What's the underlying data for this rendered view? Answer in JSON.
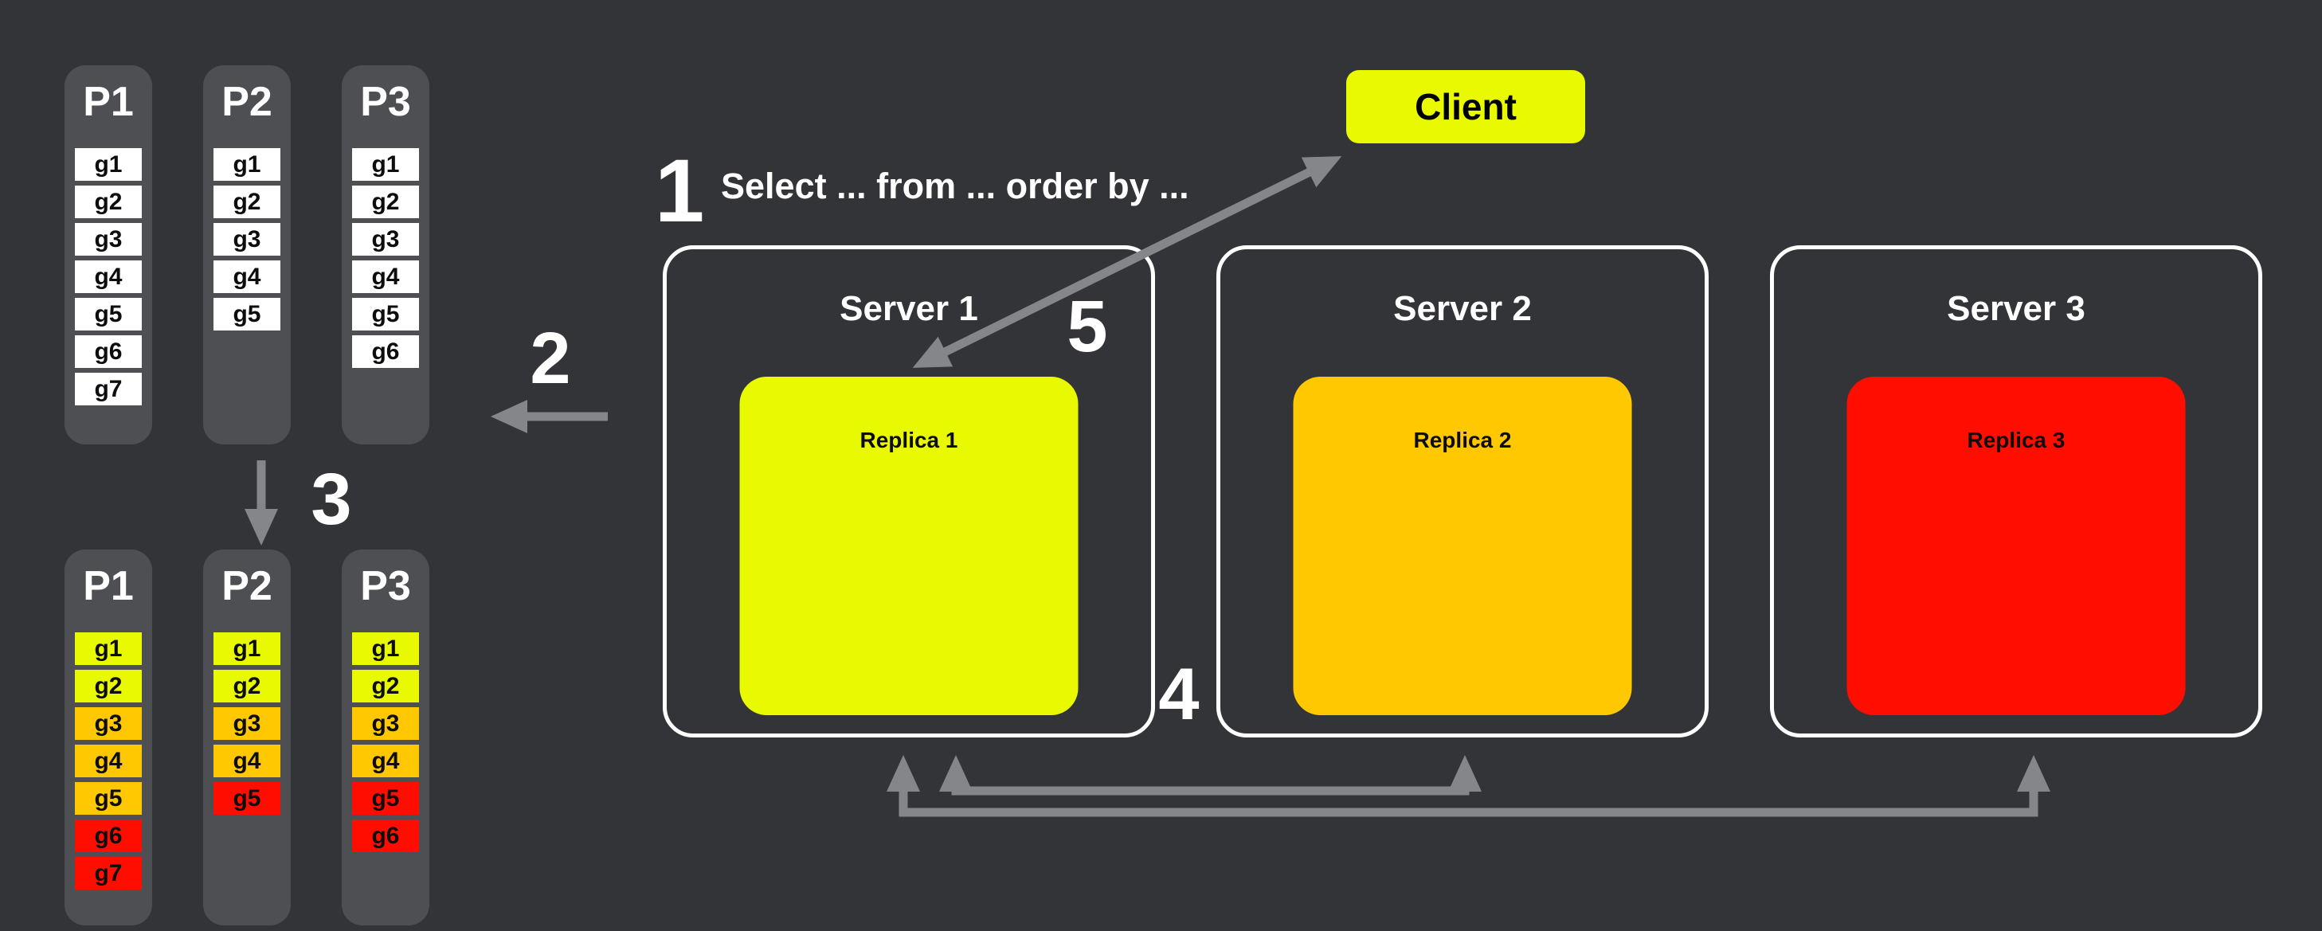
{
  "background_color": "#333438",
  "colors": {
    "yellow": "#e9fa00",
    "orange": "#ffc800",
    "red": "#ff0e00",
    "arrow": "#85868a",
    "column": "#4e4f53",
    "cell_white": "#ffffff"
  },
  "query_text": "Select ... from ... order by ...",
  "steps": [
    {
      "id": "query",
      "label": "1"
    },
    {
      "id": "fetch-partitions",
      "label": "2"
    },
    {
      "id": "sort-partitions",
      "label": "3"
    },
    {
      "id": "gather-to-server1",
      "label": "4"
    },
    {
      "id": "respond-to-client",
      "label": "5"
    }
  ],
  "client": {
    "label": "Client",
    "color": "#e9fa00"
  },
  "servers": [
    {
      "title": "Server 1",
      "replica": {
        "label": "Replica 1",
        "color": "#e9fa00"
      }
    },
    {
      "title": "Server 2",
      "replica": {
        "label": "Replica 2",
        "color": "#ffc800"
      }
    },
    {
      "title": "Server 3",
      "replica": {
        "label": "Replica 3",
        "color": "#ff0e00"
      }
    }
  ],
  "partition_groups": [
    {
      "id": "top",
      "columns": [
        {
          "title": "P1",
          "cells": [
            {
              "label": "g1",
              "color": "#ffffff"
            },
            {
              "label": "g2",
              "color": "#ffffff"
            },
            {
              "label": "g3",
              "color": "#ffffff"
            },
            {
              "label": "g4",
              "color": "#ffffff"
            },
            {
              "label": "g5",
              "color": "#ffffff"
            },
            {
              "label": "g6",
              "color": "#ffffff"
            },
            {
              "label": "g7",
              "color": "#ffffff"
            }
          ]
        },
        {
          "title": "P2",
          "cells": [
            {
              "label": "g1",
              "color": "#ffffff"
            },
            {
              "label": "g2",
              "color": "#ffffff"
            },
            {
              "label": "g3",
              "color": "#ffffff"
            },
            {
              "label": "g4",
              "color": "#ffffff"
            },
            {
              "label": "g5",
              "color": "#ffffff"
            }
          ]
        },
        {
          "title": "P3",
          "cells": [
            {
              "label": "g1",
              "color": "#ffffff"
            },
            {
              "label": "g2",
              "color": "#ffffff"
            },
            {
              "label": "g3",
              "color": "#ffffff"
            },
            {
              "label": "g4",
              "color": "#ffffff"
            },
            {
              "label": "g5",
              "color": "#ffffff"
            },
            {
              "label": "g6",
              "color": "#ffffff"
            }
          ]
        }
      ]
    },
    {
      "id": "bottom",
      "columns": [
        {
          "title": "P1",
          "cells": [
            {
              "label": "g1",
              "color": "#e9fa00"
            },
            {
              "label": "g2",
              "color": "#e9fa00"
            },
            {
              "label": "g3",
              "color": "#ffc800"
            },
            {
              "label": "g4",
              "color": "#ffc800"
            },
            {
              "label": "g5",
              "color": "#ffc800"
            },
            {
              "label": "g6",
              "color": "#ff0e00"
            },
            {
              "label": "g7",
              "color": "#ff0e00"
            }
          ]
        },
        {
          "title": "P2",
          "cells": [
            {
              "label": "g1",
              "color": "#e9fa00"
            },
            {
              "label": "g2",
              "color": "#e9fa00"
            },
            {
              "label": "g3",
              "color": "#ffc800"
            },
            {
              "label": "g4",
              "color": "#ffc800"
            },
            {
              "label": "g5",
              "color": "#ff0e00"
            }
          ]
        },
        {
          "title": "P3",
          "cells": [
            {
              "label": "g1",
              "color": "#e9fa00"
            },
            {
              "label": "g2",
              "color": "#e9fa00"
            },
            {
              "label": "g3",
              "color": "#ffc800"
            },
            {
              "label": "g4",
              "color": "#ffc800"
            },
            {
              "label": "g5",
              "color": "#ff0e00"
            },
            {
              "label": "g6",
              "color": "#ff0e00"
            }
          ]
        }
      ]
    }
  ]
}
